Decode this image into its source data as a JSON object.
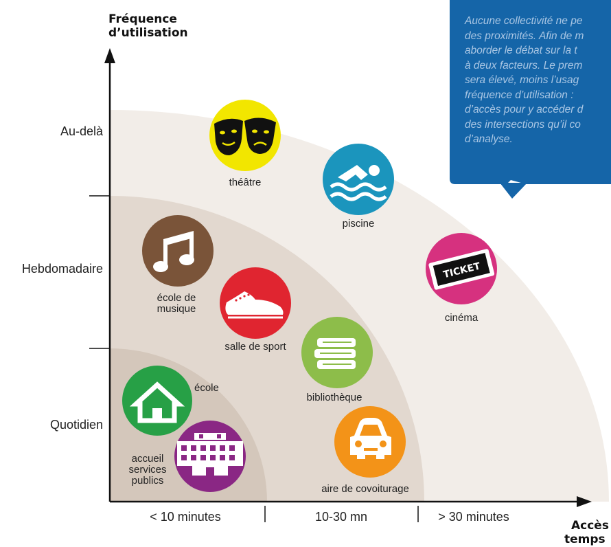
{
  "axes": {
    "y_title_line1": "Fréquence",
    "y_title_line2": "d’utilisation",
    "x_title_line1": "Accès",
    "x_title_line2": "temps",
    "y_levels": [
      "Au-delà",
      "Hebdomadaire",
      "Quotidien"
    ],
    "x_levels": [
      "< 10 minutes",
      "10-30 mn",
      "> 30 minutes"
    ]
  },
  "callout": {
    "lines": [
      "Aucune collectivité ne pe",
      "des proximités. Afin de m",
      "aborder le débat sur la t",
      "à deux facteurs. Le prem",
      "sera élevé, moins l’usag",
      "fréquence d’utilisation :",
      "d’accès pour y accéder d",
      "des intersections qu’il co",
      "d’analyse."
    ]
  },
  "items": {
    "theatre": {
      "label": "théâtre",
      "icon": "theater-masks-icon",
      "color": "#f2e600"
    },
    "piscine": {
      "label": "piscine",
      "icon": "swimmer-icon",
      "color": "#1b95bd"
    },
    "cinema": {
      "label": "cinéma",
      "icon": "ticket-icon",
      "ticket_text": "TICKET",
      "color": "#d6317f"
    },
    "musique": {
      "label_line1": "école de",
      "label_line2": "musique",
      "icon": "music-note-icon",
      "color": "#7a5439"
    },
    "sport": {
      "label": "salle de sport",
      "icon": "sneaker-icon",
      "color": "#e02530"
    },
    "bibliotheque": {
      "label": "bibliothèque",
      "icon": "books-icon",
      "color": "#8dbd4a"
    },
    "ecole": {
      "label": "école",
      "icon": "house-icon",
      "color": "#27a046"
    },
    "accueil": {
      "label_line1": "accueil",
      "label_line2": "services",
      "label_line3": "publics",
      "icon": "building-icon",
      "color": "#8a2784"
    },
    "covoiturage": {
      "label": "aire de covoiturage",
      "icon": "car-icon",
      "color": "#f39318"
    }
  },
  "colors": {
    "zone_outer": "#f2ede8",
    "zone_middle": "#e2d8cf",
    "zone_inner": "#d4c7bb",
    "callout_bg": "#1565a8",
    "axis": "#111111"
  }
}
